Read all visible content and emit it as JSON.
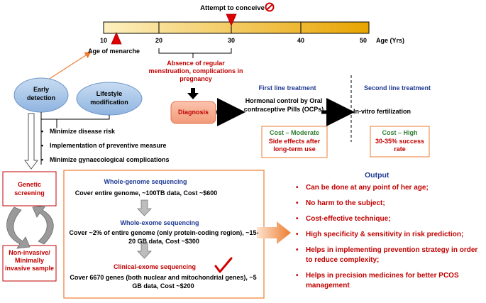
{
  "timeline": {
    "attempt_label": "Attempt to conceive",
    "ticks": [
      "10",
      "20",
      "30",
      "40",
      "50"
    ],
    "axis_label": "Age (Yrs)",
    "menarche_label": "Age of menarche",
    "absence_label": "Absence of regular menstruation, complications in pregnancy"
  },
  "nodes": {
    "early_detection": "Early detection",
    "lifestyle": "Lifestyle modification",
    "diagnosis": "Diagnosis",
    "first_line_title": "First line treatment",
    "first_line_text": "Hormonal control by Oral contraceptive Pills (OCPs)",
    "second_line_title": "Second line treatment",
    "second_line_text": "In-vitro fertilization",
    "cost_moderate_1": "Cost – Moderate",
    "cost_moderate_2": "Side effects after long-term use",
    "cost_high_1": "Cost – High",
    "cost_high_2": "30-35% success rate",
    "genetic_screening": "Genetic screening",
    "noninvasive": "Non-invasive/ Minimally invasive sample"
  },
  "benefits": [
    "Minimize disease risk",
    "Implementation of preventive measure",
    "Minimize gynaecological complications"
  ],
  "sequencing": {
    "wgs_title": "Whole-genome sequencing",
    "wgs_text": "Cover entire genome, ~100TB data, Cost ~$600",
    "wes_title": "Whole-exome sequencing",
    "wes_text": "Cover ~2% of entire genome (only protein-coding region), ~15-20 GB data, Cost ~$300",
    "ces_title": "Clinical-exome sequencing",
    "ces_text": "Cover 6670 genes (both nuclear and mitochondrial genes), ~5 GB data, Cost ~$200"
  },
  "output": {
    "title": "Output",
    "items": [
      "Can be done at any point of her age;",
      "No harm to the subject;",
      "Cost-effective technique;",
      "High specificity & sensitivity in risk prediction;",
      "Helps in implementing prevention strategy in order to reduce complexity;",
      "Helps in precision medicines for better PCOS management"
    ]
  },
  "colors": {
    "timeline_start": "#fdf0c0",
    "timeline_end": "#e8a400",
    "accent_red": "#c00000",
    "box_orange": "#ed7d31",
    "ellipse_blue": "#a9c8ea",
    "diagnosis_fill": "#f6a98e",
    "heading_blue": "#1f3a93",
    "cost_green": "#2e7d32"
  },
  "icons": [
    "no-symbol-icon",
    "check-mark-icon",
    "red-triangle-marker-icon"
  ]
}
